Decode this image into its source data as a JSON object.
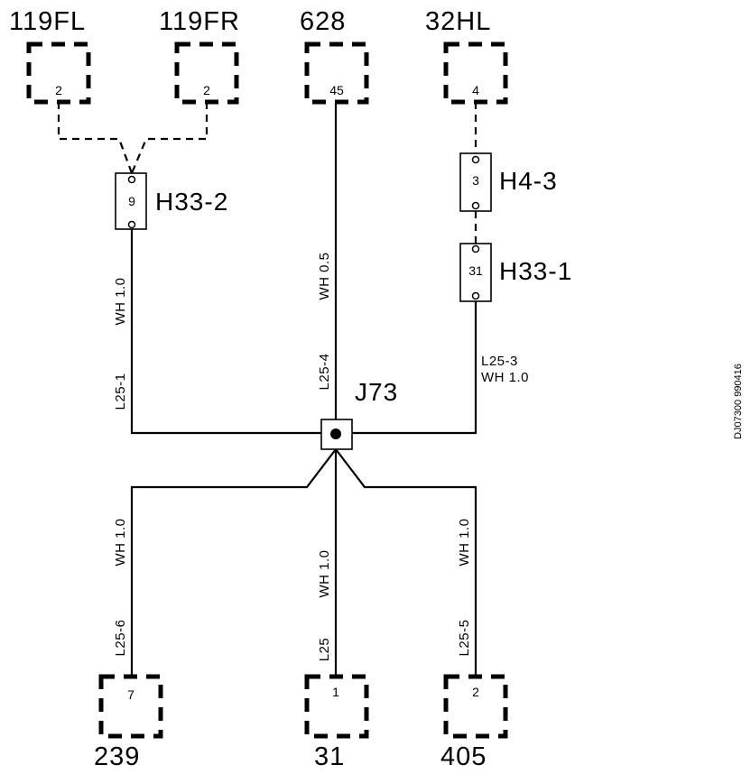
{
  "components": {
    "c119FL": {
      "name": "119FL",
      "pin": "2"
    },
    "c119FR": {
      "name": "119FR",
      "pin": "2"
    },
    "c628": {
      "name": "628",
      "pin": "45"
    },
    "c32HL": {
      "name": "32HL",
      "pin": "4"
    },
    "c239": {
      "name": "239",
      "pin": "7"
    },
    "c31": {
      "name": "31",
      "pin": "1"
    },
    "c405": {
      "name": "405",
      "pin": "2"
    }
  },
  "connectors": {
    "h33_2": {
      "name": "H33-2",
      "pin": "9"
    },
    "h4_3": {
      "name": "H4-3",
      "pin": "3"
    },
    "h33_1": {
      "name": "H33-1",
      "pin": "31"
    }
  },
  "junction": {
    "name": "J73"
  },
  "wires": {
    "l25_1": {
      "id": "L25-1",
      "spec": "WH 1.0"
    },
    "l25_4": {
      "id": "L25-4",
      "spec": "WH 0.5"
    },
    "l25_3": {
      "id": "L25-3",
      "spec": "WH 1.0"
    },
    "l25_6": {
      "id": "L25-6",
      "spec": "WH 1.0"
    },
    "l25": {
      "id": "L25",
      "spec": "WH 1.0"
    },
    "l25_5": {
      "id": "L25-5",
      "spec": "WH 1.0"
    }
  },
  "drawing_id": "DJ07300 990416"
}
